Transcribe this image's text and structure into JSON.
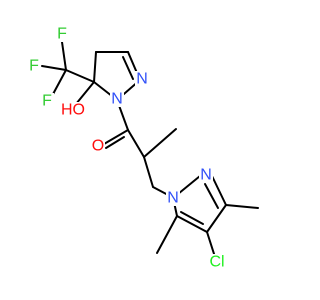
{
  "molecule": {
    "atoms": {
      "F1": "F",
      "F2": "F",
      "F3": "F",
      "O_hydroxy": "HO",
      "N1": "N",
      "N2": "N",
      "O_carbonyl": "O",
      "N3": "N",
      "N4": "N",
      "Cl": "Cl"
    }
  },
  "colors": {
    "bond": "#000000",
    "carbon_label": "#000000",
    "F": "#33cc33",
    "O": "#ff0d0d",
    "N": "#3050f8",
    "Cl": "#1ff01f"
  }
}
